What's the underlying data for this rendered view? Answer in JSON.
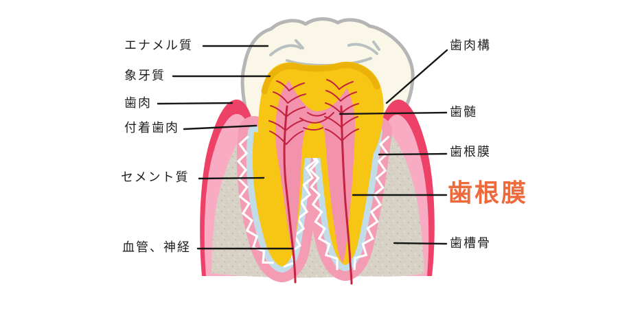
{
  "diagram": {
    "name": "tooth-cross-section-anatomy",
    "background": "#ffffff",
    "highlight_color": "#ec6a3b",
    "line_color": "#161616",
    "part_colors": {
      "enamel": "#faf7e8",
      "enamel_outline": "#b5b5b5",
      "dentin": "#f7c513",
      "pulp": "#f392ad",
      "vessel_red": "#c32240",
      "gum_dark": "#ee4168",
      "gum_light": "#f8abc3",
      "ligament_band": "#f59cb5",
      "cementum_blue": "#c3dde8",
      "bone_gray": "#d8d2c6"
    },
    "labels": [
      {
        "id": "enamel",
        "text": "エナメル質",
        "side": "left"
      },
      {
        "id": "dentin",
        "text": "象牙質",
        "side": "left"
      },
      {
        "id": "gingiva",
        "text": "歯肉",
        "side": "left"
      },
      {
        "id": "attached-gingiva",
        "text": "付着歯肉",
        "side": "left"
      },
      {
        "id": "cementum",
        "text": "セメント質",
        "side": "left"
      },
      {
        "id": "vessels-nerves",
        "text": "血管、神経",
        "side": "left"
      },
      {
        "id": "gingival-sulcus",
        "text": "歯肉構",
        "side": "right"
      },
      {
        "id": "pulp",
        "text": "歯髄",
        "side": "right"
      },
      {
        "id": "periodontal-ligament",
        "text": "歯根膜",
        "side": "right"
      },
      {
        "id": "periodontal-ligament-highlight",
        "text": "歯根膜",
        "side": "right",
        "emphasized": true
      },
      {
        "id": "alveolar-bone",
        "text": "歯槽骨",
        "side": "right"
      }
    ]
  }
}
